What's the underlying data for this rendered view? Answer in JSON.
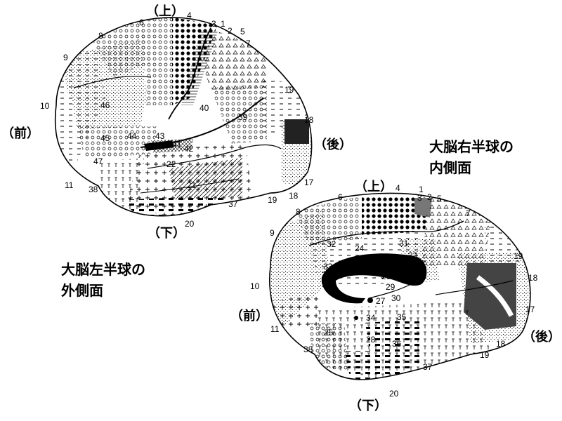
{
  "captions": {
    "left_line1": "大脳左半球の",
    "left_line2": "外側面",
    "right_line1": "大脳右半球の",
    "right_line2": "内側面"
  },
  "directions": {
    "up": "（上）",
    "down": "（下）",
    "front": "（前）",
    "back": "（後）"
  },
  "left_hemisphere": {
    "area_numbers": [
      "1",
      "2",
      "3",
      "4",
      "5",
      "6",
      "7",
      "8",
      "9",
      "10",
      "11",
      "17",
      "18",
      "18",
      "19",
      "19",
      "20",
      "21",
      "22",
      "37",
      "38",
      "39",
      "40",
      "41",
      "42",
      "43",
      "44",
      "45",
      "46",
      "47"
    ]
  },
  "right_hemisphere": {
    "area_numbers": [
      "1",
      "2",
      "3",
      "4",
      "5",
      "6",
      "7",
      "8",
      "9",
      "10",
      "11",
      "17",
      "18",
      "18",
      "19",
      "19",
      "20",
      "23",
      "24",
      "25",
      "26",
      "27",
      "28",
      "29",
      "30",
      "31",
      "32",
      "33",
      "34",
      "35",
      "36",
      "37",
      "38"
    ]
  },
  "colors": {
    "ink": "#000000",
    "paper": "#ffffff",
    "shade": "#555555"
  }
}
